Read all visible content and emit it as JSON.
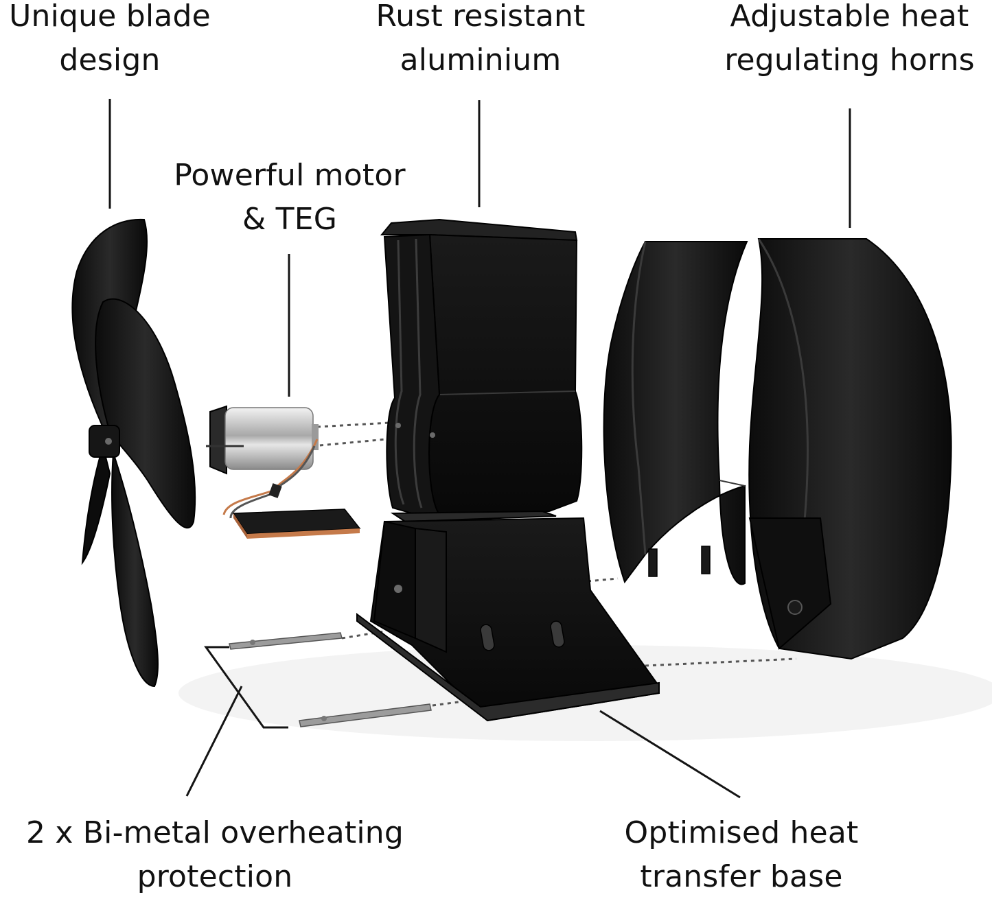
{
  "labels": {
    "blade": {
      "line1": "Unique blade",
      "line2": "design"
    },
    "alu": {
      "line1": "Rust resistant",
      "line2": "aluminium"
    },
    "horns": {
      "line1": "Adjustable heat",
      "line2": "regulating horns"
    },
    "motor": {
      "line1": "Powerful motor",
      "line2": "& TEG"
    },
    "bimetal": {
      "line1": "2 x Bi-metal overheating",
      "line2": "protection"
    },
    "base": {
      "line1": "Optimised heat",
      "line2": "transfer base"
    }
  },
  "colors": {
    "part_black": "#111111",
    "part_highlight": "#3a3a3a",
    "leader": "#141414",
    "copper": "#c57a4a",
    "steel": "#bcbcbc"
  }
}
